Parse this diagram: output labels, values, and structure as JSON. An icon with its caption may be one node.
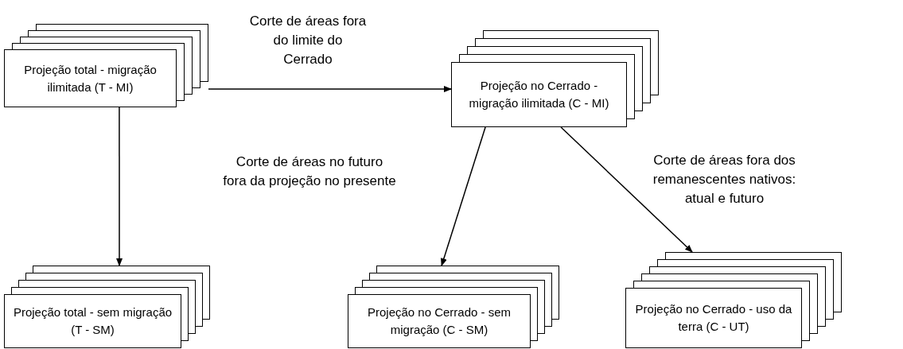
{
  "diagram": {
    "nodes": [
      {
        "text": [
          "Projeção total - migração ilimitada (T - MI)"
        ]
      },
      {
        "text": [
          "Projeção no Cerrado - migração ilimitada (C - MI)"
        ]
      },
      {
        "text": [
          "Projeção total - sem migração (T - SM)"
        ]
      },
      {
        "text": [
          "Projeção no Cerrado - sem migração (C - SM)"
        ]
      },
      {
        "text": [
          "Projeção no Cerrado - uso da terra (C - UT)"
        ]
      }
    ],
    "edges": [
      {
        "from": 0,
        "to": 1,
        "arrow": "to",
        "label": "Corte de áreas fora do limite do Cerrado"
      },
      {
        "from": 0,
        "to": 2,
        "arrow": "to"
      },
      {
        "from": 1,
        "to": 3,
        "arrow": "to",
        "label": "Corte de áreas no futuro fora da projeção no presente"
      },
      {
        "from": 1,
        "to": 4,
        "arrow": "to",
        "label": "Corte de áreas fora dos remanescentes nativos: atual e futuro"
      }
    ]
  }
}
